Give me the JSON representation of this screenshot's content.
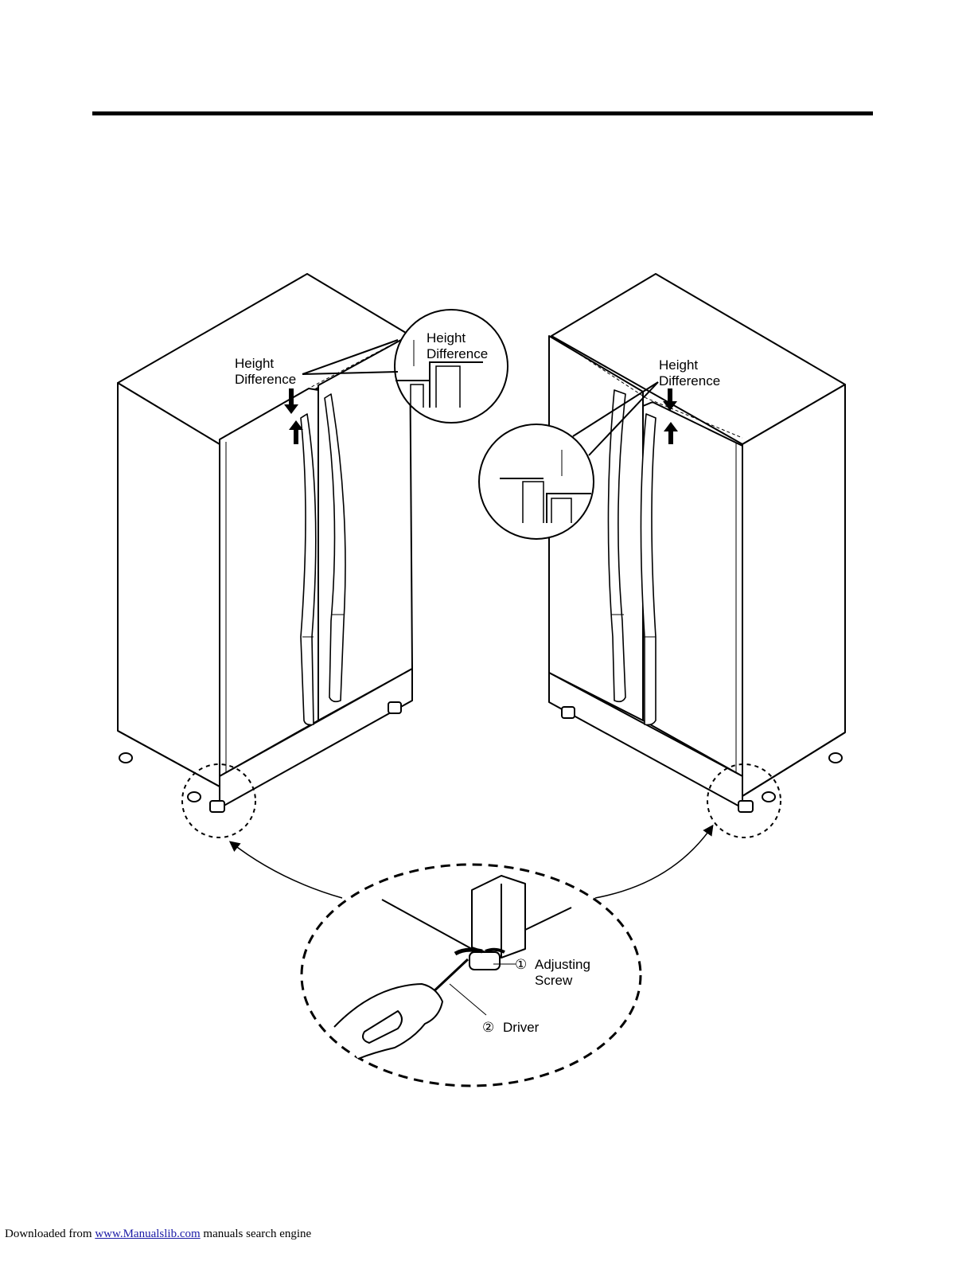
{
  "labels": {
    "height_difference_line1": "Height",
    "height_difference_line2": "Difference",
    "adjusting_screw_num": "①",
    "adjusting_screw_line1": "Adjusting",
    "adjusting_screw_line2": "Screw",
    "driver_num": "②",
    "driver": "Driver"
  },
  "footer": {
    "prefix": "Downloaded from",
    "link_text": "www.Manualslib.com",
    "suffix": "manuals search engine"
  }
}
